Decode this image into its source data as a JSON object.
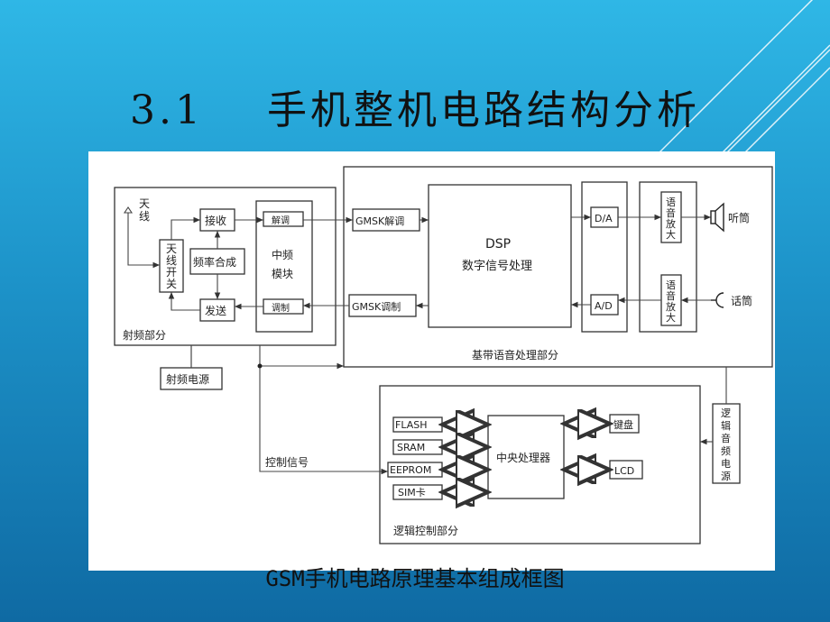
{
  "slide": {
    "title_number": "3.1",
    "title_text": "手机整机电路结构分析",
    "caption": "GSM手机电路原理基本组成框图"
  },
  "diagram": {
    "rf_section": {
      "label": "射频部分",
      "antenna": [
        "天",
        "线"
      ],
      "antenna_switch": [
        "天",
        "线",
        "开",
        "关"
      ],
      "receive": "接收",
      "synth": "频率合成",
      "transmit": "发送",
      "if_module": [
        "中频",
        "模块"
      ],
      "demod": "解调",
      "mod": "调制"
    },
    "rf_power": "射频电源",
    "baseband": {
      "label": "基带语音处理部分",
      "gmsk_demod": "GMSK解调",
      "gmsk_mod": "GMSK调制",
      "dsp_title": "DSP",
      "dsp_sub": "数字信号处理",
      "da": "D/A",
      "ad": "A/D",
      "audio_amp_top": [
        "语",
        "音",
        "放",
        "大"
      ],
      "audio_amp_bottom": [
        "语",
        "音",
        "放",
        "大"
      ],
      "earpiece": "听筒",
      "mic": "话筒"
    },
    "logic": {
      "label": "逻辑控制部分",
      "flash": "FLASH",
      "sram": "SRAM",
      "eeprom": "EEPROM",
      "sim": "SIM卡",
      "cpu": "中央处理器",
      "keypad": "键盘",
      "lcd": "LCD",
      "control_signal": "控制信号",
      "logic_audio_power": [
        "逻",
        "辑",
        "音",
        "频",
        "电",
        "源"
      ]
    }
  }
}
